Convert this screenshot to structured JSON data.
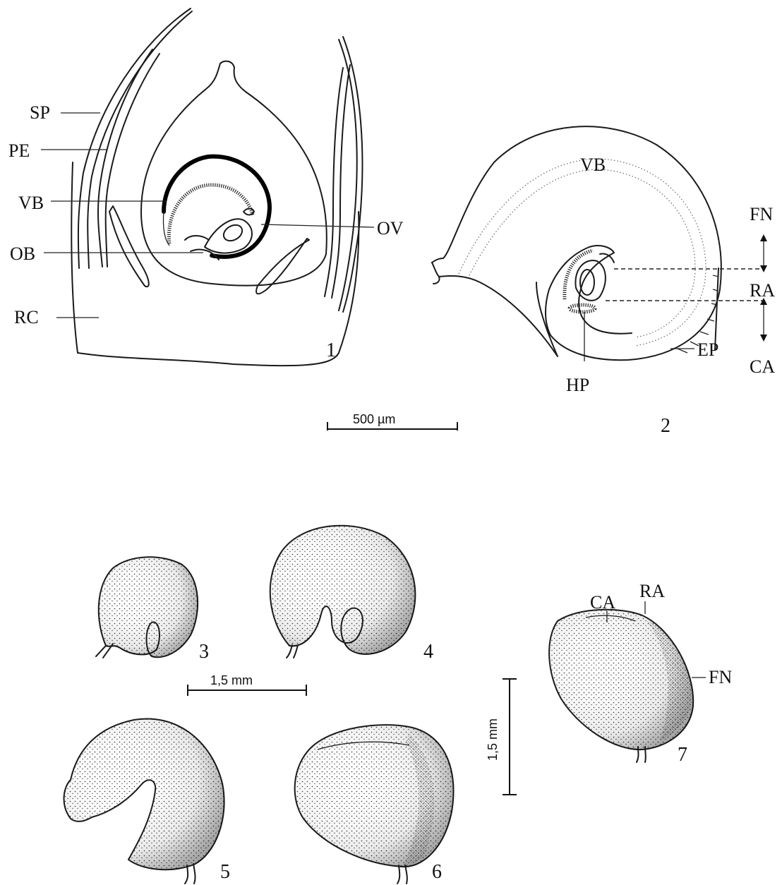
{
  "figures": {
    "fig1": {
      "number": "1",
      "labels": {
        "sp": "SP",
        "pe": "PE",
        "vb": "VB",
        "ob": "OB",
        "rc": "RC",
        "ov": "OV"
      }
    },
    "fig2": {
      "number": "2",
      "labels": {
        "vb": "VB",
        "fn": "FN",
        "ra": "RA",
        "ca": "CA",
        "ep": "EP",
        "hp": "HP"
      }
    },
    "fig3": {
      "number": "3"
    },
    "fig4": {
      "number": "4"
    },
    "fig5": {
      "number": "5"
    },
    "fig6": {
      "number": "6"
    },
    "fig7": {
      "number": "7",
      "labels": {
        "ca": "CA",
        "ra": "RA",
        "fn": "FN"
      }
    }
  },
  "scale_bars": {
    "top": "500 µm",
    "middle": "1,5 mm",
    "right": "1,5 mm"
  },
  "colors": {
    "ink": "#1a1a1a",
    "paper": "#ffffff"
  }
}
